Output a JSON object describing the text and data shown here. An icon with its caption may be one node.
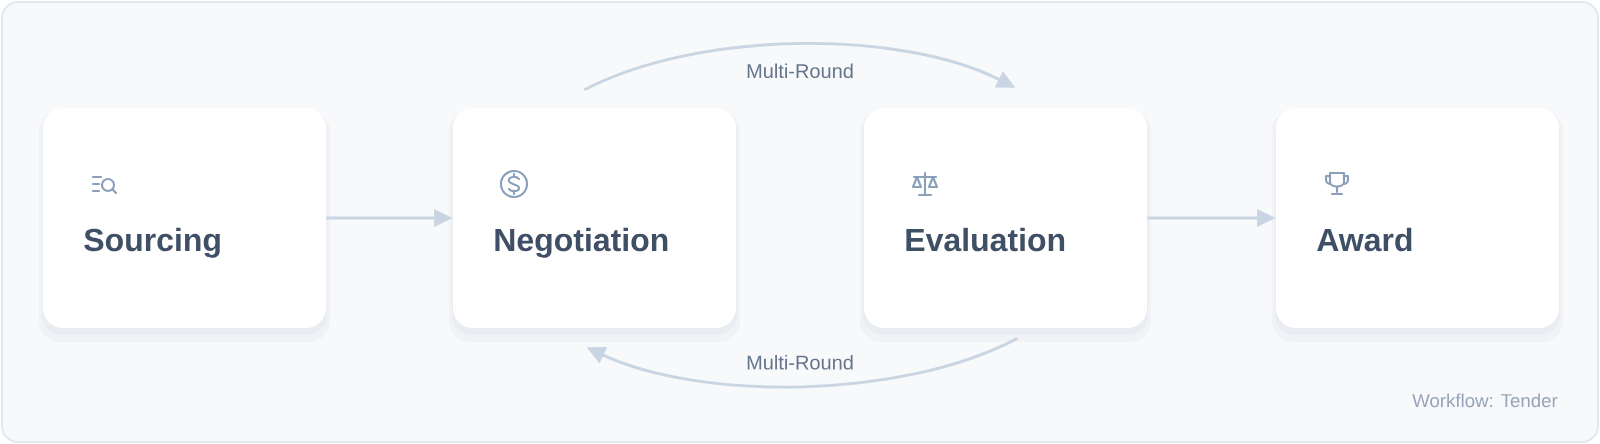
{
  "diagram": {
    "nodes": [
      {
        "text": [
          "Sourcing"
        ]
      },
      {
        "text": [
          "Negotiation"
        ]
      },
      {
        "text": [
          "Evaluation"
        ]
      },
      {
        "text": [
          "Award"
        ]
      }
    ],
    "edges": [
      {
        "from": 0,
        "to": 1,
        "arrow": "to"
      },
      {
        "from": 1,
        "to": 2,
        "arrow": "to",
        "label": "Multi-Round"
      },
      {
        "from": 2,
        "to": 1,
        "arrow": "to",
        "label": "Multi-Round"
      },
      {
        "from": 2,
        "to": 3,
        "arrow": "to"
      }
    ],
    "labels": [
      "Workflow: Tender"
    ]
  }
}
